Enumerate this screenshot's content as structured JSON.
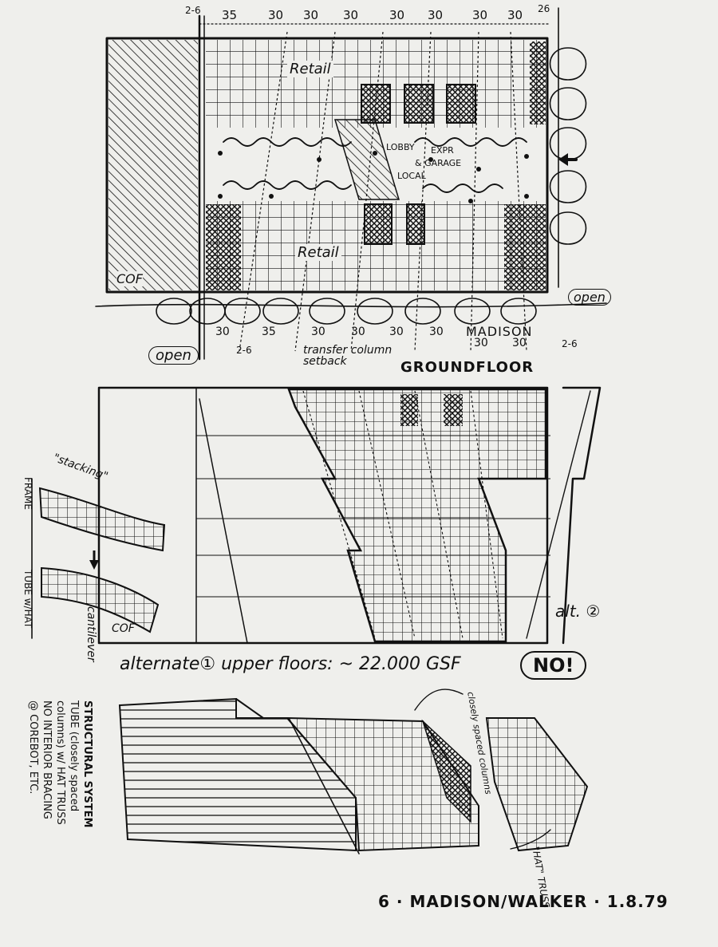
{
  "sheet": {
    "paper_color": "#efefec",
    "ink_color": "#111111"
  },
  "ground_floor": {
    "title": "GROUNDFLOOR",
    "top_dimensions": [
      "2-6",
      "35",
      "30",
      "30",
      "30",
      "30",
      "30",
      "30",
      "30",
      "26"
    ],
    "bottom_dimensions": [
      "30",
      "35",
      "30",
      "30",
      "30",
      "30",
      "30",
      "30"
    ],
    "bottom_end_marks": [
      "2-6",
      "2-6"
    ],
    "retail_labels": [
      "Retail",
      "Retail"
    ],
    "core_labels": [
      "LOBBY",
      "EXPR",
      "& GARAGE",
      "LOCAL"
    ],
    "side_label": "COF",
    "street_label": "MADISON",
    "open_labels": [
      "open",
      "open"
    ],
    "column_setback_note": "transfer column setback"
  },
  "upper_floors": {
    "caption": "alternate① upper floors: ~ 22.000 GSF",
    "no_label": "NO!",
    "alt_label": "alt. ②",
    "stacking_labels": [
      "\"stacking\"",
      "FRAME",
      "TUBE w/HAT",
      "cantilever",
      "COF"
    ]
  },
  "structural": {
    "note_lines": [
      "STRUCTURAL SYSTEM",
      "TUBE (closely spaced",
      "columns) w/ HAT TRUSS",
      "NO INTERIOR BRACING",
      "@ COREBOT, ETC."
    ],
    "callouts": [
      "closely spaced columns",
      "\"HAT\" TRUSS"
    ]
  },
  "footer": {
    "signature": "6 · MADISON/WALKER · 1.8.79"
  }
}
